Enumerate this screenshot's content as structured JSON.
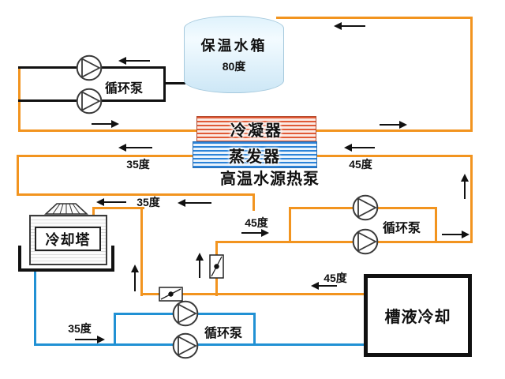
{
  "components": {
    "tank": {
      "label": "保温水箱",
      "temp": "80度"
    },
    "condenser": {
      "label": "冷凝器"
    },
    "evaporator": {
      "label": "蒸发器"
    },
    "heat_pump": {
      "label": "高温水源热泵"
    },
    "cooling_tower": {
      "label": "冷却塔"
    },
    "tank_cooling": {
      "label": "槽液冷却"
    },
    "pump": {
      "label": "循环泵"
    }
  },
  "temperature_labels": {
    "t35": "35度",
    "t45": "45度"
  },
  "colors": {
    "hot_pipe": "#f2941f",
    "cold_pipe": "#2191d4",
    "black_pipe": "#111111",
    "condenser_stripe": "#e05a36",
    "evaporator_stripe": "#2b83d8"
  }
}
